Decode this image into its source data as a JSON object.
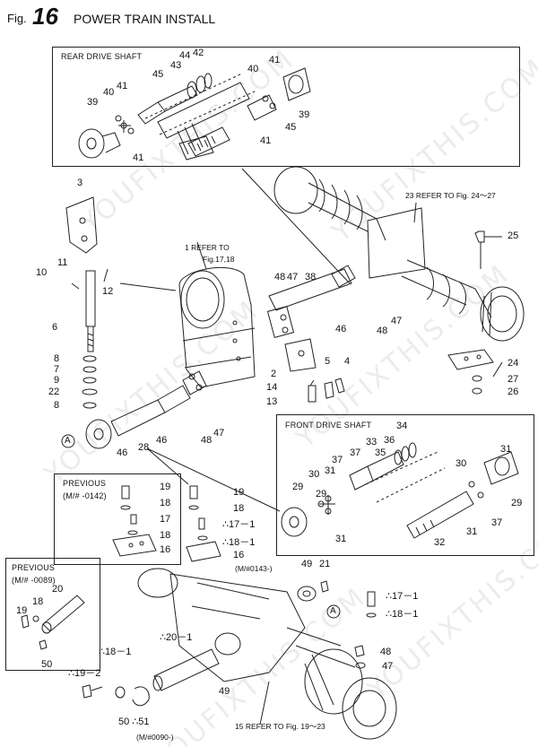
{
  "figure": {
    "prefix": "Fig.",
    "number": "16",
    "title": "POWER TRAIN INSTALL"
  },
  "sections": {
    "rear_drive_shaft": "REAR DRIVE SHAFT",
    "front_drive_shaft": "FRONT DRIVE SHAFT",
    "previous_upper": "PREVIOUS",
    "previous_upper_sub": "(M/# -0142)",
    "previous_lower": "PREVIOUS",
    "previous_lower_sub": "(M/# -0089)"
  },
  "references": {
    "ref_24_27": "23 REFER TO Fig. 24～27",
    "ref_17_18_a": "1 REFER TO",
    "ref_17_18_b": "Fig.17,18",
    "ref_19_23": "15 REFER TO Fig. 19～23",
    "serial_0143": "(M/#0143-)",
    "serial_0090": "(M/#0090-)"
  },
  "callouts": {
    "c17_1_a": "∴17－1",
    "c18_1_a": "∴18－1",
    "c17_1_b": "∴17－1",
    "c18_1_b": "∴18－1",
    "c20_1": "∴20－1",
    "c18_1_c": "∴18－1",
    "c19_2": "∴19－2",
    "c51": "50 ∴51",
    "marker_a": "A"
  },
  "part_numbers": {
    "rear": [
      "44",
      "42",
      "43",
      "45",
      "41",
      "40",
      "39",
      "41",
      "40",
      "39",
      "45",
      "41",
      "41"
    ],
    "middle": [
      "3",
      "11",
      "10",
      "12",
      "6",
      "8",
      "7",
      "9",
      "22",
      "8",
      "48",
      "47",
      "38",
      "46",
      "48",
      "47",
      "2",
      "14",
      "13",
      "5",
      "4",
      "25",
      "24",
      "27",
      "26",
      "46",
      "46",
      "48",
      "47",
      "28"
    ],
    "front": [
      "34",
      "33",
      "36",
      "37",
      "35",
      "31",
      "30",
      "37",
      "29",
      "31",
      "37",
      "29",
      "31",
      "32",
      "30",
      "31",
      "29"
    ],
    "previous_upper": [
      "19",
      "18",
      "17",
      "18",
      "16"
    ],
    "main_lower": [
      "19",
      "18",
      "16",
      "49",
      "21",
      "50",
      "19",
      "18",
      "20",
      "49",
      "48",
      "47"
    ]
  },
  "watermark": "YOUFIXTHIS.COM"
}
